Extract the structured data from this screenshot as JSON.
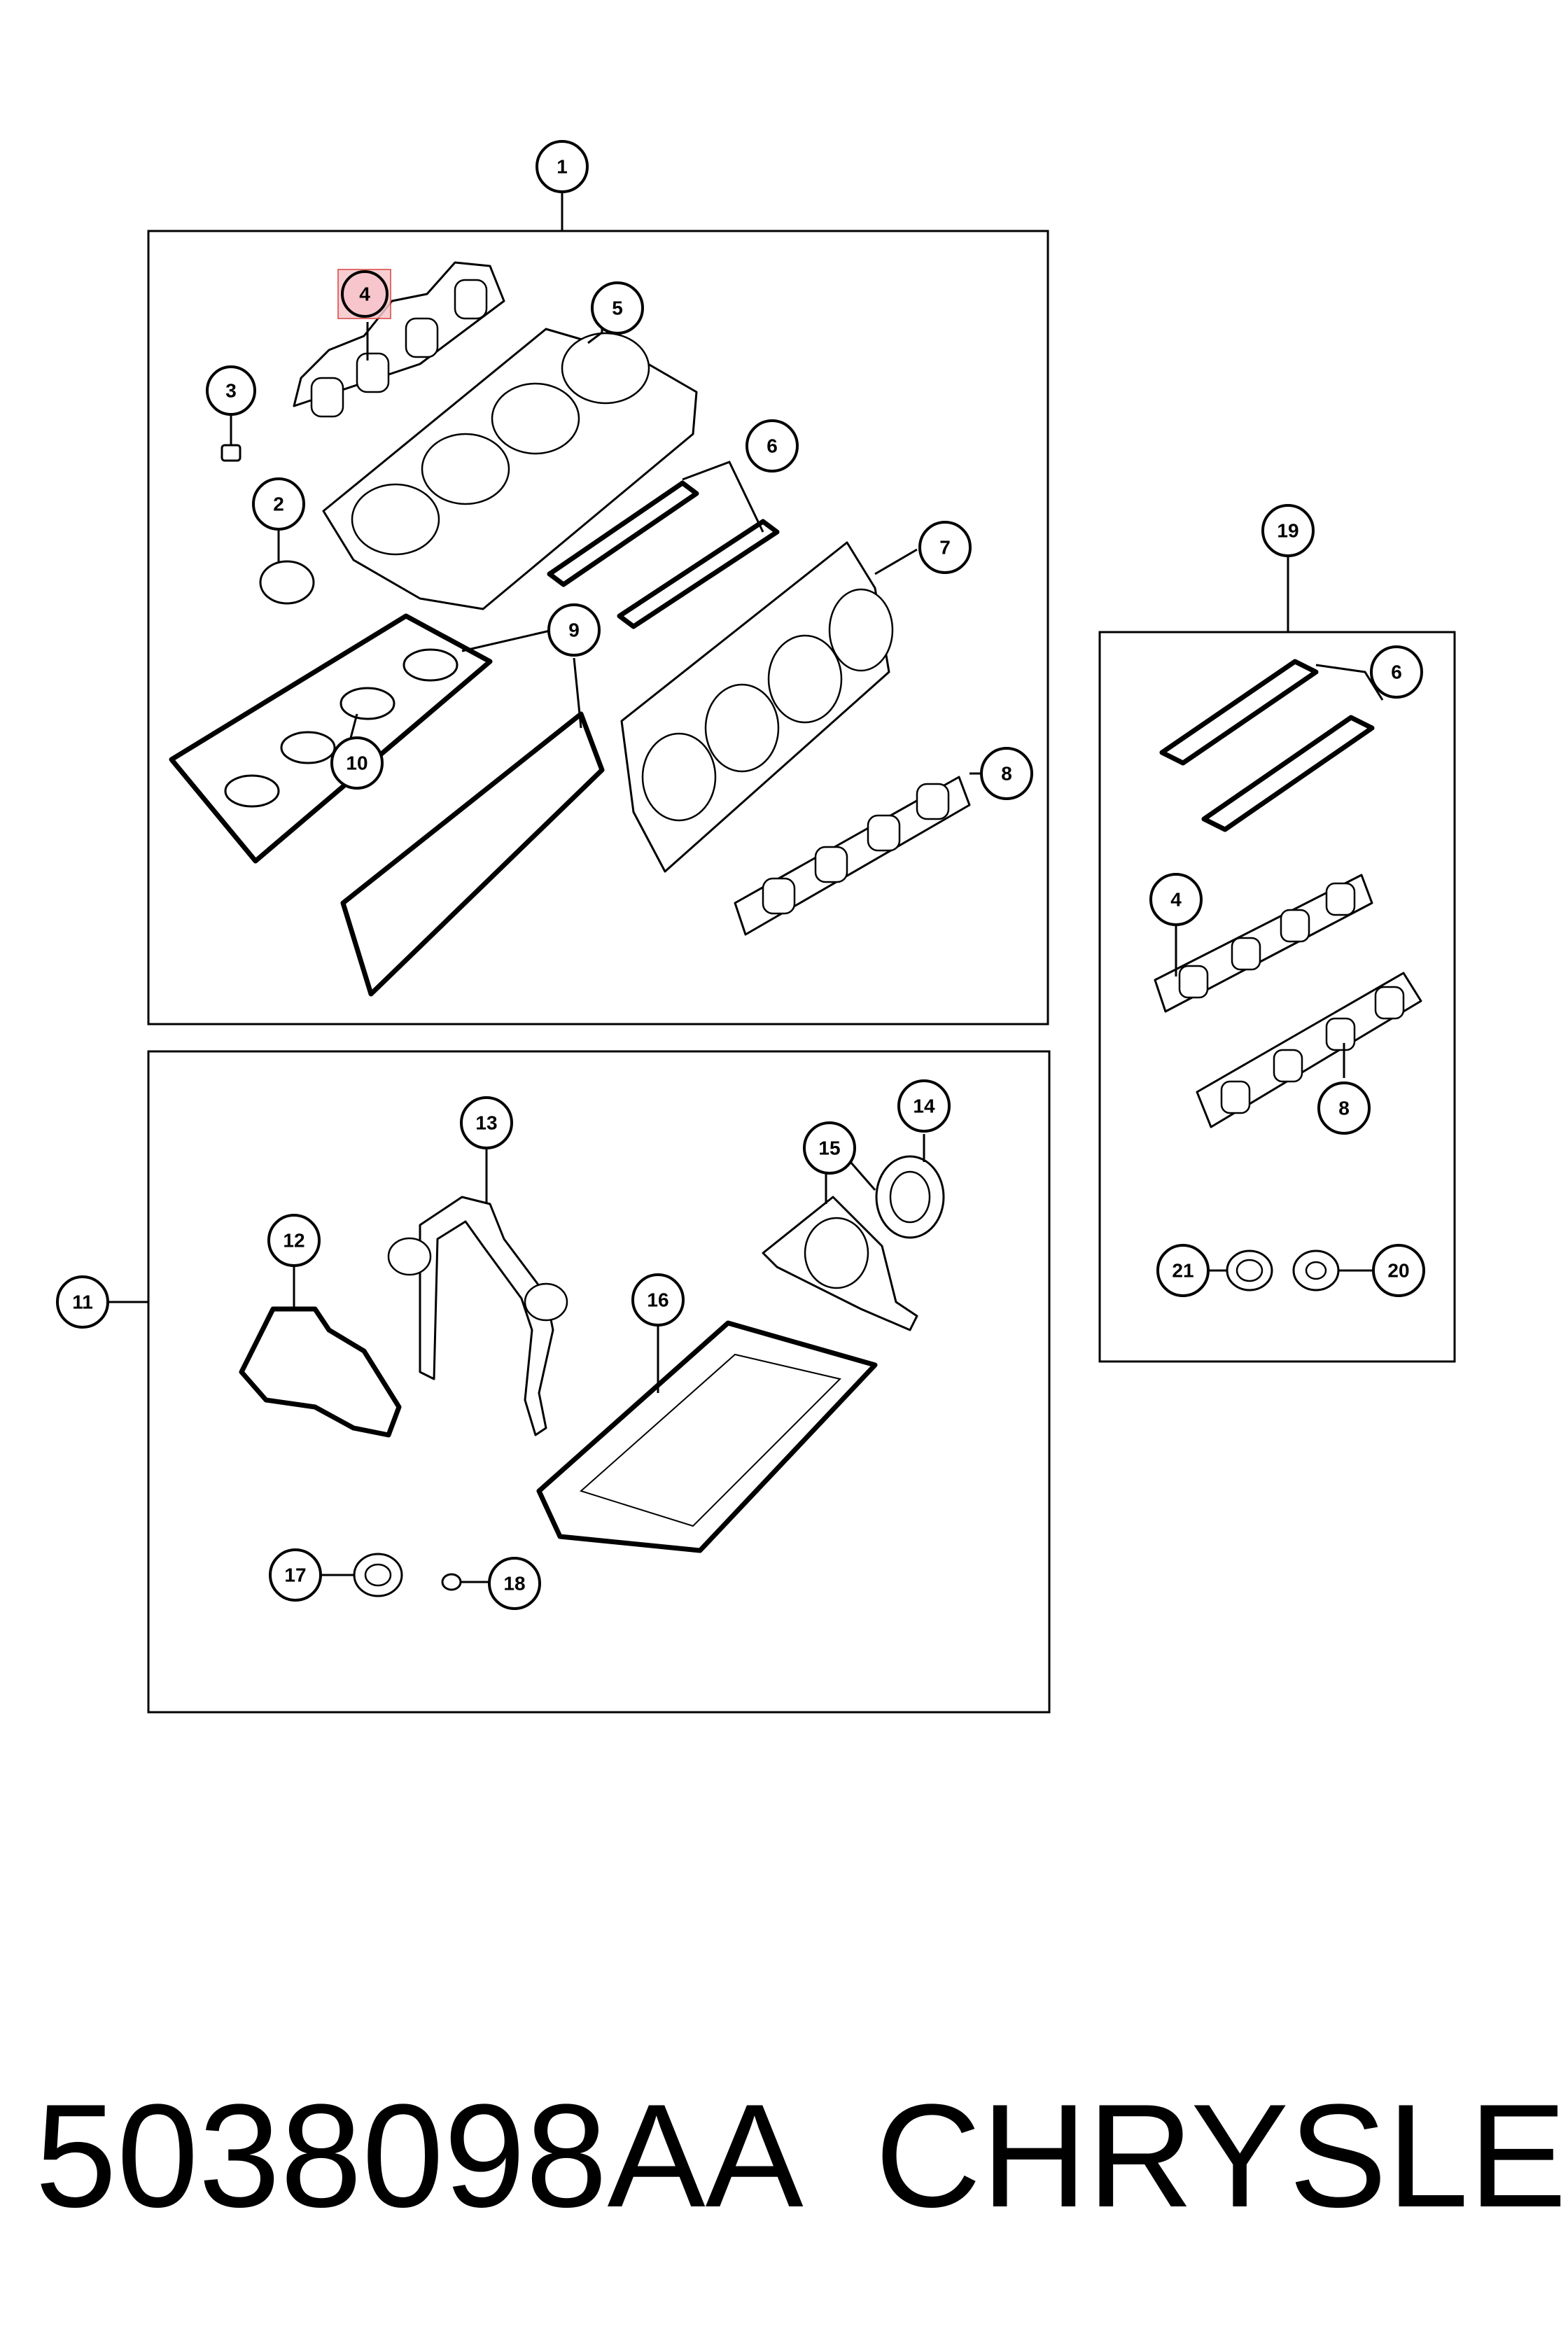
{
  "callouts": {
    "c1": "1",
    "c2": "2",
    "c3": "3",
    "c4": "4",
    "c5": "5",
    "c6": "6",
    "c7": "7",
    "c8": "8",
    "c9": "9",
    "c10": "10",
    "c11": "11",
    "c12": "12",
    "c13": "13",
    "c14": "14",
    "c15": "15",
    "c16": "16",
    "c17": "17",
    "c18": "18",
    "c19": "19",
    "c20": "20",
    "c21": "21",
    "c4b": "4",
    "c6b": "6",
    "c8b": "8"
  },
  "footer": {
    "part_number": "5038098AA",
    "brand": "CHRYSLER"
  },
  "colors": {
    "highlight": "#f7c6cc",
    "line": "#000000",
    "background": "#ffffff"
  }
}
